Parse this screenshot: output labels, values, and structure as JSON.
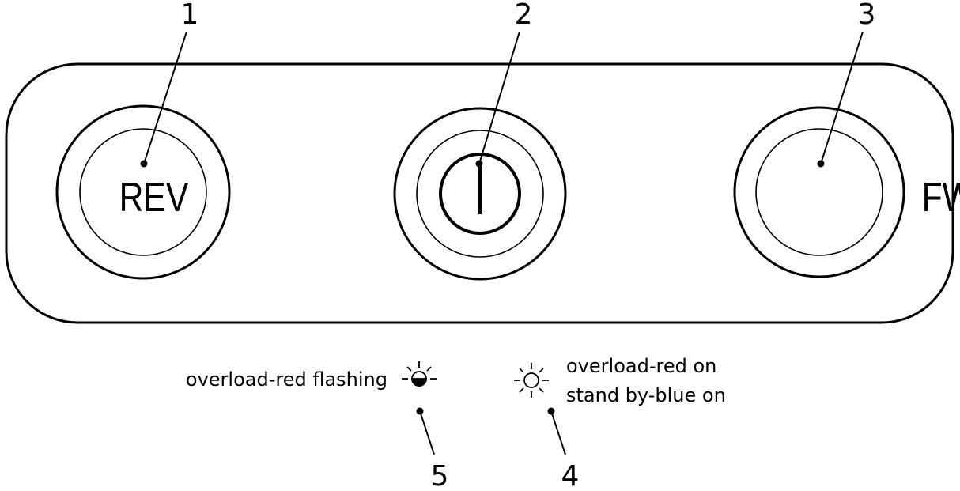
{
  "buttons": [
    {
      "callout": "1",
      "label": "REV",
      "icon": "text"
    },
    {
      "callout": "2",
      "label": "",
      "icon": "power-icon"
    },
    {
      "callout": "3",
      "label": "FWD",
      "icon": "text"
    }
  ],
  "indicators": [
    {
      "callout": "5",
      "lines": [
        "overload-red flashing"
      ],
      "icon": "half-filled-light-icon"
    },
    {
      "callout": "4",
      "lines": [
        "overload-red on",
        "stand by-blue on"
      ],
      "icon": "light-on-icon"
    }
  ]
}
